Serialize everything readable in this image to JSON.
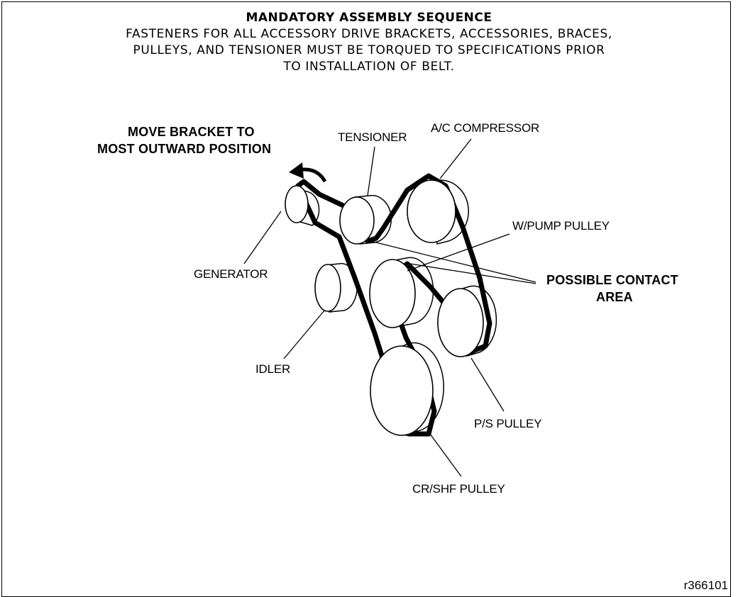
{
  "header": {
    "title": "MANDATORY ASSEMBLY SEQUENCE",
    "notes": [
      "FASTENERS FOR ALL ACCESSORY DRIVE BRACKETS, ACCESSORIES, BRACES,",
      "PULLEYS, AND TENSIONER MUST BE TORQUED TO SPECIFICATIONS PRIOR",
      "TO INSTALLATION OF BELT."
    ]
  },
  "instruction": [
    "MOVE BRACKET TO",
    "MOST OUTWARD POSITION"
  ],
  "labels": {
    "tensioner": "TENSIONER",
    "ac_compressor": "A/C COMPRESSOR",
    "wpump_pulley": "W/PUMP PULLEY",
    "generator": "GENERATOR",
    "contact_area": [
      "POSSIBLE CONTACT",
      "AREA"
    ],
    "idler": "IDLER",
    "ps_pulley": "P/S PULLEY",
    "crshf_pulley": "CR/SHF PULLEY"
  },
  "figure_id": "r366101"
}
